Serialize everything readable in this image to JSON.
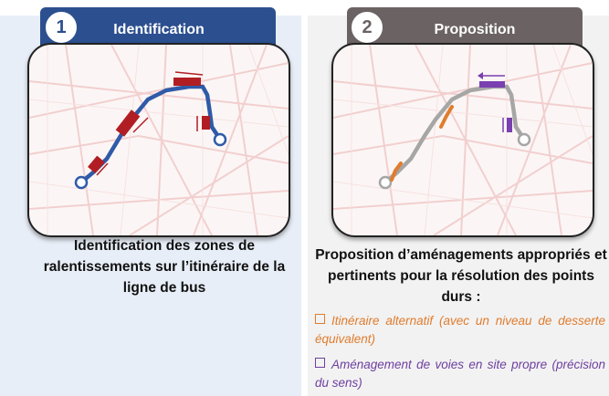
{
  "steps": [
    {
      "number": "1",
      "title": "Identification",
      "caption": "Identification des zones de ralentissements sur l’itinéraire de la ligne de bus"
    },
    {
      "number": "2",
      "title": "Proposition",
      "caption": "Proposition d’aménagements appropriés et pertinents pour la résolution des points durs :",
      "bullets": [
        {
          "text": "Itinéraire alternatif (avec un niveau de desserte équivalent)",
          "color": "#e07c2e"
        },
        {
          "text": "Aménagement de voies en site propre (précision du sens)",
          "color": "#6e3fa0"
        }
      ]
    }
  ],
  "colors": {
    "step1_header": "#2c4f8f",
    "step2_header": "#6b6363",
    "bus_line_identification": "#2f5aa8",
    "bus_line_proposition": "#a6a6a6",
    "slowdown_zone": "#b01e23",
    "alternative_route": "#e07c2e",
    "dedicated_lane": "#7a3fb0"
  }
}
